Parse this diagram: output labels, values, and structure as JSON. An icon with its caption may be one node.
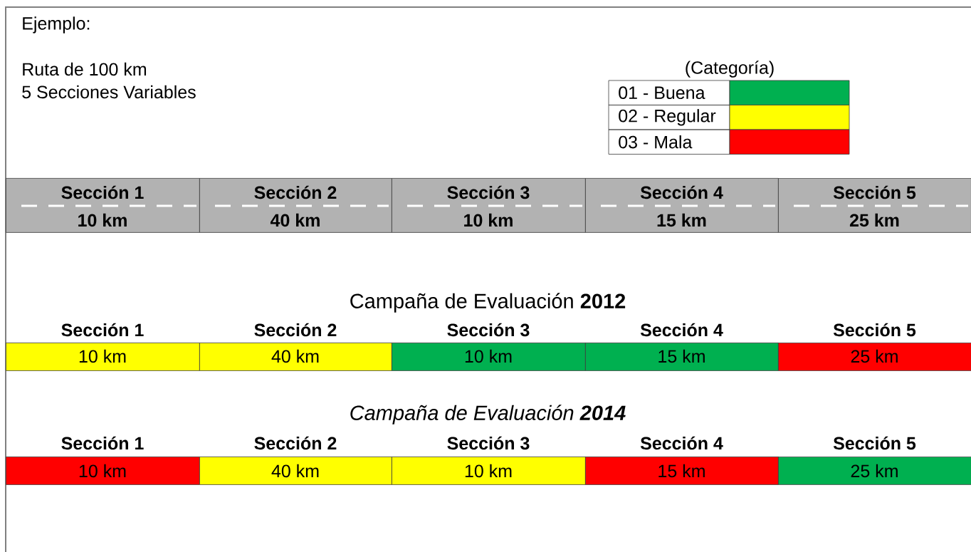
{
  "diagram": {
    "nodes": [
      {
        "text": [
          "Sección 1",
          "10 km"
        ]
      },
      {
        "text": [
          "Sección 2",
          "40 km"
        ]
      },
      {
        "text": [
          "Sección 3",
          "10 km"
        ]
      },
      {
        "text": [
          "Sección 4",
          "15 km"
        ]
      },
      {
        "text": [
          "Sección 5",
          "25 km"
        ]
      },
      {
        "text": [
          "Sección 1",
          "10 km"
        ]
      },
      {
        "text": [
          "Sección 2",
          "40 km"
        ]
      },
      {
        "text": [
          "Sección 3",
          "10 km"
        ]
      },
      {
        "text": [
          "Sección 4",
          "15 km"
        ]
      },
      {
        "text": [
          "Sección 5",
          "25 km"
        ]
      },
      {
        "text": [
          "Sección 1",
          "10 km"
        ]
      },
      {
        "text": [
          "Sección 2",
          "40 km"
        ]
      },
      {
        "text": [
          "Sección 3",
          "10 km"
        ]
      },
      {
        "text": [
          "Sección 4",
          "15 km"
        ]
      },
      {
        "text": [
          "Sección 5",
          "25 km"
        ]
      }
    ],
    "labels": [
      "Ejemplo:",
      "Ruta de 100 km",
      "5 Secciones Variables",
      "(Categoría)",
      "Campaña de Evaluación **2012**",
      "Campaña de Evaluación **2014**"
    ],
    "legend": [
      {
        "text": "01 - Buena",
        "color": "#00b050"
      },
      {
        "text": "02 - Regular",
        "color": "#ffff00"
      },
      {
        "text": "03 - Mala",
        "color": "#ff0000"
      }
    ]
  }
}
